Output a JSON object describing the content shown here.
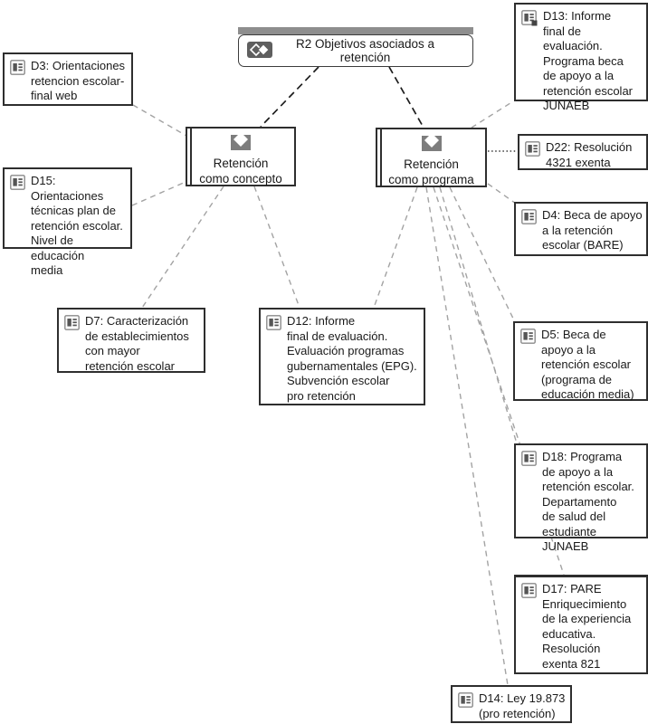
{
  "diagram": {
    "type": "network-view",
    "colors": {
      "background": "#ffffff",
      "box_border": "#2e2e2e",
      "network_bar": "#8e8e8e",
      "edge_gray": "#a3a3a3",
      "edge_dark": "#1c1c1c",
      "icon_gray": "#7d7d7d",
      "icon_dark": "#555555"
    }
  },
  "nodes": {
    "r2": {
      "id": "R2",
      "kind": "network",
      "icon": "network-icon",
      "label": "R2 Objetivos asociados a retención"
    },
    "concepto": {
      "id": "",
      "kind": "code",
      "icon": "code-icon",
      "label": "Retención\ncomo concepto"
    },
    "programa": {
      "id": "",
      "kind": "code",
      "icon": "code-icon",
      "label": "Retención\ncomo programa"
    },
    "d3": {
      "id": "D3",
      "kind": "document",
      "icon": "document-icon",
      "label": "D3: Orientaciones\nretencion escolar-\nfinal web"
    },
    "d15": {
      "id": "D15",
      "kind": "document",
      "icon": "document-icon",
      "label": "D15: Orientaciones\ntécnicas plan de\nretención escolar.\nNivel de educación\nmedia"
    },
    "d7": {
      "id": "D7",
      "kind": "document",
      "icon": "document-icon",
      "label": "D7: Caracterización\nde establecimientos\ncon mayor\nretención escolar"
    },
    "d12": {
      "id": "D12",
      "kind": "document",
      "icon": "document-icon",
      "label": "D12: Informe\nfinal de evaluación.\nEvaluación programas\ngubernamentales (EPG).\nSubvención escolar\npro retención"
    },
    "d13": {
      "id": "D13",
      "kind": "document",
      "icon": "document-memo-icon",
      "label": "D13: Informe\nfinal de evaluación.\nPrograma beca\nde apoyo a la\nretención escolar\nJUNAEB"
    },
    "d22": {
      "id": "D22",
      "kind": "document",
      "icon": "document-icon",
      "label": "D22: Resolución\n4321 exenta"
    },
    "d4": {
      "id": "D4",
      "kind": "document",
      "icon": "document-icon",
      "label": "D4: Beca de apoyo\na la retención\nescolar (BARE)"
    },
    "d5": {
      "id": "D5",
      "kind": "document",
      "icon": "document-icon",
      "label": "D5: Beca de\napoyo a la\nretención escolar\n(programa de\neducación media)"
    },
    "d18": {
      "id": "D18",
      "kind": "document",
      "icon": "document-icon",
      "label": "D18: Programa\nde apoyo a la\nretención escolar.\nDepartamento\nde salud del\nestudiante JUNAEB"
    },
    "d17": {
      "id": "D17",
      "kind": "document",
      "icon": "document-icon",
      "label": "D17: PARE\nEnriquecimiento\nde la experiencia\neducativa.\nResolución\nexenta 821"
    },
    "d14": {
      "id": "D14",
      "kind": "document",
      "icon": "document-icon",
      "label": "D14: Ley 19.873\n(pro retención)"
    }
  },
  "edges": [
    {
      "from": "r2",
      "to": "concepto",
      "style": "dashed-dark"
    },
    {
      "from": "r2",
      "to": "programa",
      "style": "dashed-dark"
    },
    {
      "from": "d3",
      "to": "concepto",
      "style": "dashed-gray"
    },
    {
      "from": "d15",
      "to": "concepto",
      "style": "dashed-gray"
    },
    {
      "from": "concepto",
      "to": "d7",
      "style": "dashed-gray"
    },
    {
      "from": "concepto",
      "to": "d12",
      "style": "dashed-gray"
    },
    {
      "from": "programa",
      "to": "d12",
      "style": "dashed-gray"
    },
    {
      "from": "programa",
      "to": "d13",
      "style": "dashed-gray"
    },
    {
      "from": "programa",
      "to": "d22",
      "style": "dotted-dark"
    },
    {
      "from": "programa",
      "to": "d4",
      "style": "dashed-gray"
    },
    {
      "from": "programa",
      "to": "d5",
      "style": "dashed-gray"
    },
    {
      "from": "programa",
      "to": "d18",
      "style": "dashed-gray"
    },
    {
      "from": "programa",
      "to": "d17",
      "style": "dashed-gray"
    },
    {
      "from": "programa",
      "to": "d14",
      "style": "dashed-gray"
    }
  ]
}
